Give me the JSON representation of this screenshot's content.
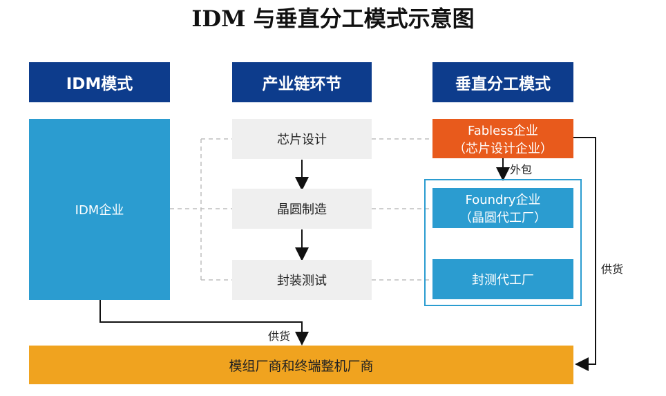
{
  "title": "IDM 与垂直分工模式示意图",
  "headers": {
    "idm": "IDM模式",
    "chain": "产业链环节",
    "vertical": "垂直分工模式"
  },
  "idm_box": "IDM企业",
  "chain_steps": [
    "芯片设计",
    "晶圆制造",
    "封装测试"
  ],
  "fabless": {
    "line1": "Fabless企业",
    "line2": "（芯片设计企业）"
  },
  "foundry": {
    "line1": "Foundry企业",
    "line2": "（晶圆代工厂）"
  },
  "osat": "封测代工厂",
  "outsource_label": "外包",
  "supply_label_left": "供货",
  "supply_label_right": "供货",
  "bottom_bar": "模组厂商和终端整机厂商",
  "colors": {
    "header_navy": "#0d3c8c",
    "idm_teal": "#2b9cd0",
    "fabless_orange": "#e85a1c",
    "bottom_gold": "#f0a31f",
    "step_grey": "#efefef"
  }
}
